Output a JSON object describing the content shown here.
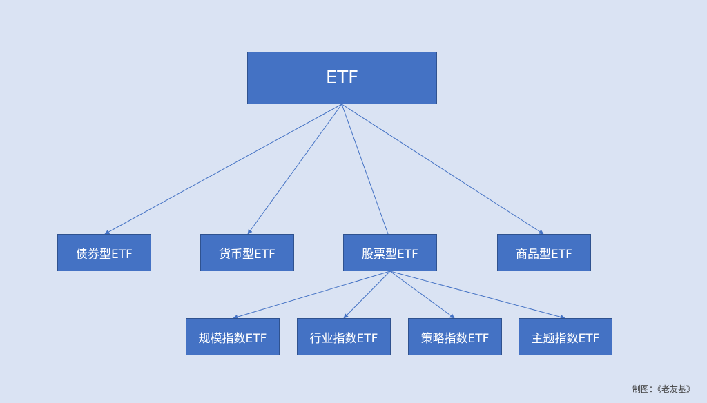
{
  "diagram": {
    "root": {
      "label": "ETF"
    },
    "categories": [
      {
        "label": "债券型ETF"
      },
      {
        "label": "货币型ETF"
      },
      {
        "label": "股票型ETF"
      },
      {
        "label": "商品型ETF"
      }
    ],
    "stock_subtypes": [
      {
        "label": "规模指数ETF"
      },
      {
        "label": "行业指数ETF"
      },
      {
        "label": "策略指数ETF"
      },
      {
        "label": "主题指数ETF"
      }
    ],
    "colors": {
      "background": "#dae3f3",
      "node_fill": "#4472c4",
      "node_border": "#2f528f",
      "connector": "#4472c4",
      "text": "#ffffff"
    }
  },
  "credit": "制图：《老友基》"
}
